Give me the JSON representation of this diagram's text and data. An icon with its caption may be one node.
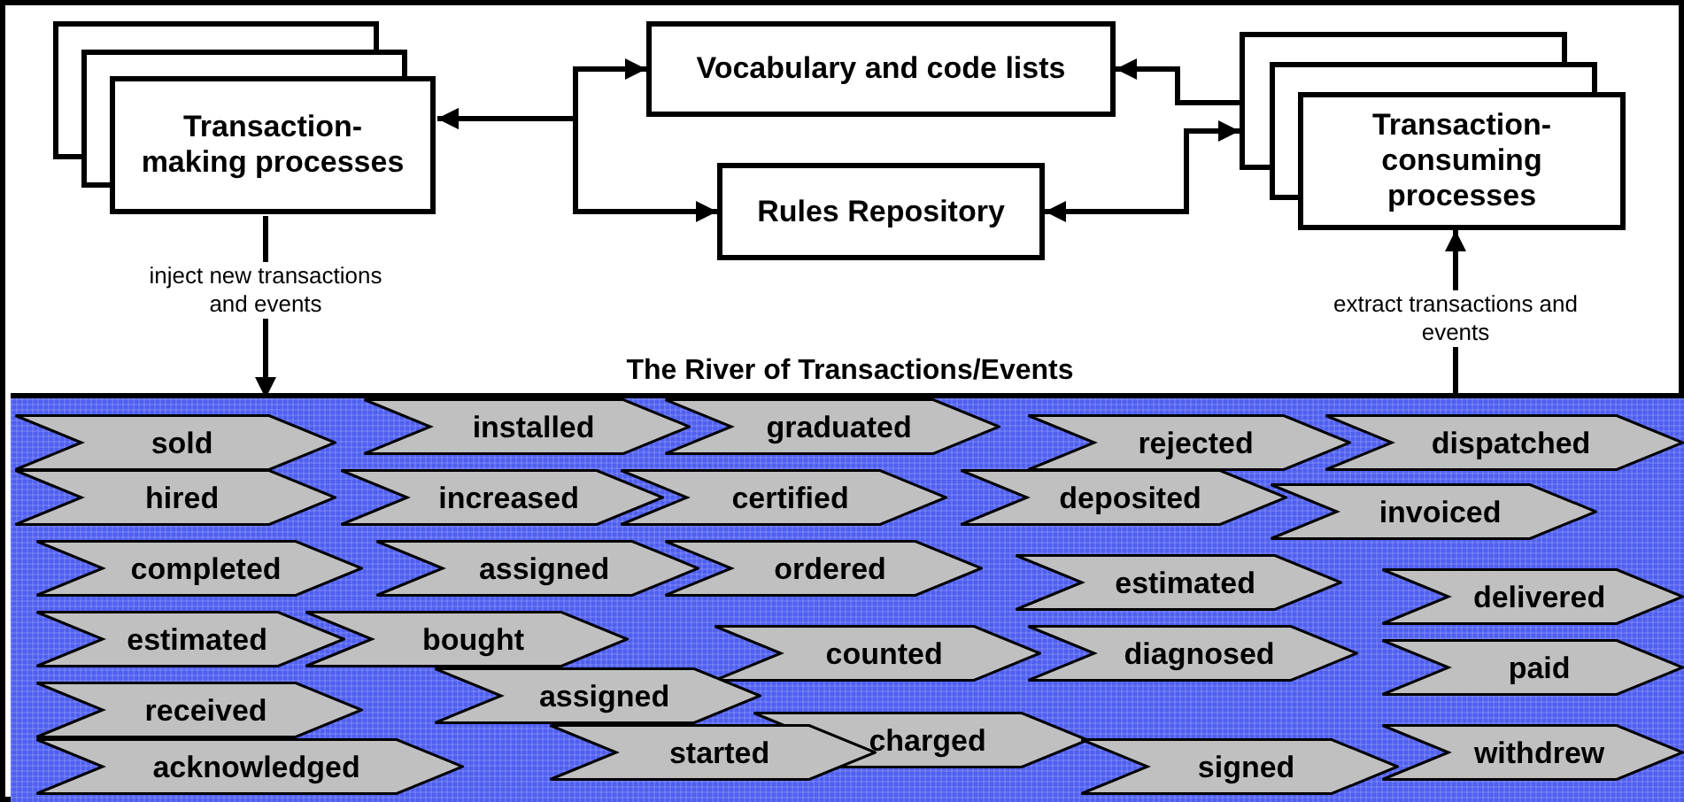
{
  "diagram": {
    "nodes": [
      {
        "text": [
          "Transaction-making processes"
        ]
      },
      {
        "text": [
          "Vocabulary and code lists"
        ]
      },
      {
        "text": [
          "Rules Repository"
        ]
      },
      {
        "text": [
          "Transaction-consuming processes"
        ]
      },
      {
        "text": [
          "The River of Transactions/Events"
        ]
      },
      {
        "text": [
          "sold"
        ],
        "in": 4
      },
      {
        "text": [
          "installed"
        ],
        "in": 4
      },
      {
        "text": [
          "graduated"
        ],
        "in": 4
      },
      {
        "text": [
          "rejected"
        ],
        "in": 4
      },
      {
        "text": [
          "dispatched"
        ],
        "in": 4
      },
      {
        "text": [
          "hired"
        ],
        "in": 4
      },
      {
        "text": [
          "increased"
        ],
        "in": 4
      },
      {
        "text": [
          "certified"
        ],
        "in": 4
      },
      {
        "text": [
          "deposited"
        ],
        "in": 4
      },
      {
        "text": [
          "invoiced"
        ],
        "in": 4
      },
      {
        "text": [
          "completed"
        ],
        "in": 4
      },
      {
        "text": [
          "assigned"
        ],
        "in": 4
      },
      {
        "text": [
          "ordered"
        ],
        "in": 4
      },
      {
        "text": [
          "estimated"
        ],
        "in": 4
      },
      {
        "text": [
          "delivered"
        ],
        "in": 4
      },
      {
        "text": [
          "estimated"
        ],
        "in": 4
      },
      {
        "text": [
          "bought"
        ],
        "in": 4
      },
      {
        "text": [
          "counted"
        ],
        "in": 4
      },
      {
        "text": [
          "diagnosed"
        ],
        "in": 4
      },
      {
        "text": [
          "paid"
        ],
        "in": 4
      },
      {
        "text": [
          "received"
        ],
        "in": 4
      },
      {
        "text": [
          "assigned"
        ],
        "in": 4
      },
      {
        "text": [
          "charged"
        ],
        "in": 4
      },
      {
        "text": [
          "started"
        ],
        "in": 4
      },
      {
        "text": [
          "signed"
        ],
        "in": 4
      },
      {
        "text": [
          "withdrew"
        ],
        "in": 4
      },
      {
        "text": [
          "acknowledged"
        ],
        "in": 4
      }
    ],
    "edges": [
      {
        "from": 0,
        "to": 1,
        "arrow": "both"
      },
      {
        "from": 0,
        "to": 2,
        "arrow": "both"
      },
      {
        "from": 3,
        "to": 1,
        "arrow": "to"
      },
      {
        "from": 3,
        "to": 2,
        "arrow": "both"
      },
      {
        "from": 0,
        "to": 4,
        "arrow": "to",
        "label": "inject new transactions and events"
      },
      {
        "from": 4,
        "to": 3,
        "arrow": "to",
        "label": "extract transactions and events"
      }
    ]
  }
}
